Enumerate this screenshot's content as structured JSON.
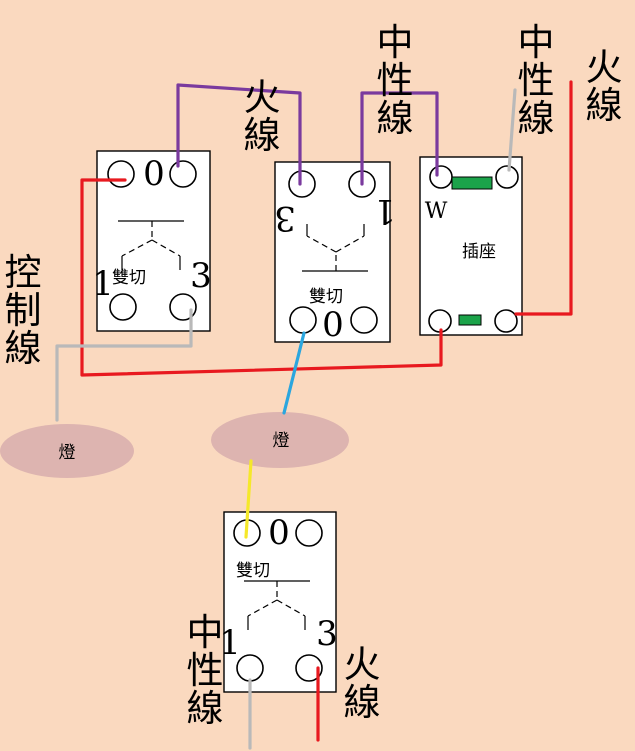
{
  "labels": {
    "hot": "火線",
    "neutral": "中性線",
    "control": "控制線",
    "switch": "雙切",
    "socket": "插座",
    "lamp": "燈",
    "t0": "0",
    "t1": "1",
    "t3": "3",
    "w": "W"
  },
  "colors": {
    "background": "#FAD9BF",
    "hot_wire": "#E8191F",
    "neutral_wire": "#B9B9B9",
    "jumper_wire": "#7A3A9E",
    "lamp_wire": "#2BA6DE",
    "switch_wire": "#F5E82A",
    "lamp_fill": "#DDB4B0",
    "socket_slot": "#1BA34A"
  }
}
